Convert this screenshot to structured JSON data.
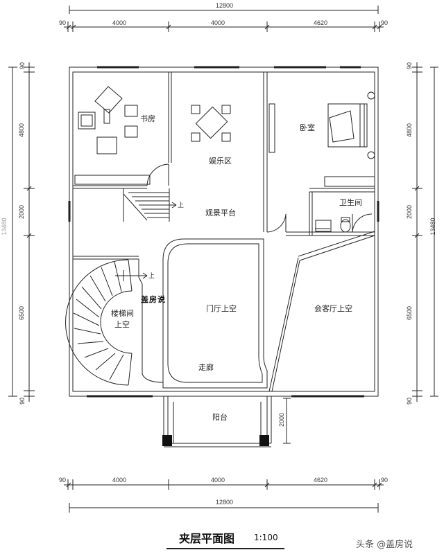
{
  "plan": {
    "title": "夹层平面图",
    "scale": "1:100",
    "watermark": "盖房说",
    "credit": "头条 @盖房说"
  },
  "rooms": {
    "study": "书房",
    "entertainment": "娱乐区",
    "bedroom": "卧室",
    "bathroom": "卫生间",
    "viewing_platform": "观景平台",
    "stair_void_line1": "楼梯间",
    "stair_void_line2": "上空",
    "foyer_void": "门厅上空",
    "living_void": "会客厅上空",
    "corridor": "走廊",
    "balcony": "阳台",
    "up_1": "上",
    "up_2": "上"
  },
  "dimensions": {
    "top_total": "12800",
    "top_left": "90",
    "top_seg_1": "4000",
    "top_seg_2": "4000",
    "top_seg_3": "4620",
    "top_right": "90",
    "bottom_total": "12800",
    "bottom_left": "90",
    "bottom_seg_1": "4000",
    "bottom_seg_2": "4000",
    "bottom_seg_3": "4620",
    "bottom_right": "90",
    "left_top": "90",
    "left_seg_1": "4800",
    "left_seg_2": "2000",
    "left_seg_3": "6500",
    "left_bottom": "90",
    "left_total": "13480",
    "right_top": "90",
    "right_seg_1": "4800",
    "right_seg_2": "2000",
    "right_seg_3": "6500",
    "right_bottom": "90",
    "right_total": "13480",
    "balcony_depth": "2000"
  }
}
